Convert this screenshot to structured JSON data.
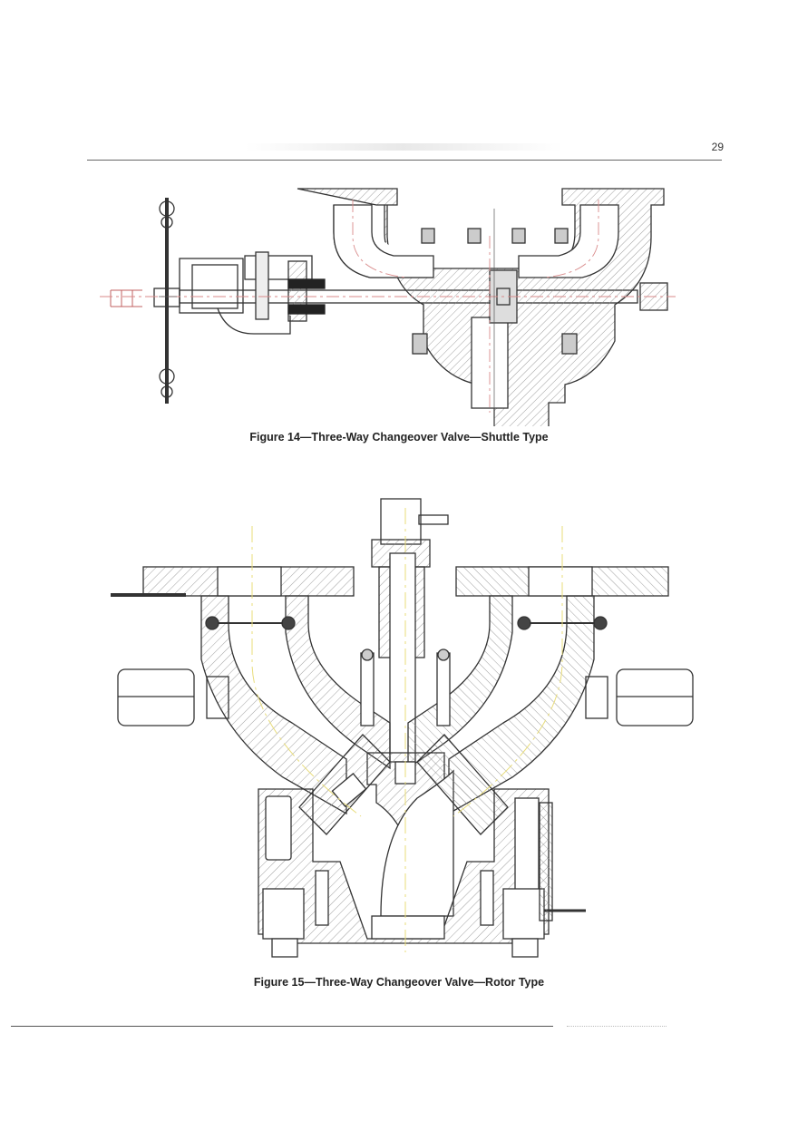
{
  "page": {
    "number": "29"
  },
  "figures": [
    {
      "caption": "Figure 14—Three-Way Changeover Valve—Shuttle Type",
      "icon": "shuttle-valve-drawing-icon"
    },
    {
      "caption": "Figure 15—Three-Way Changeover Valve—Rotor Type",
      "icon": "rotor-valve-drawing-icon"
    }
  ],
  "colors": {
    "line": "#333333",
    "hatch": "#777777",
    "centerline_red": "#d98a8a",
    "centerline_yellow": "#e8dc7a"
  }
}
